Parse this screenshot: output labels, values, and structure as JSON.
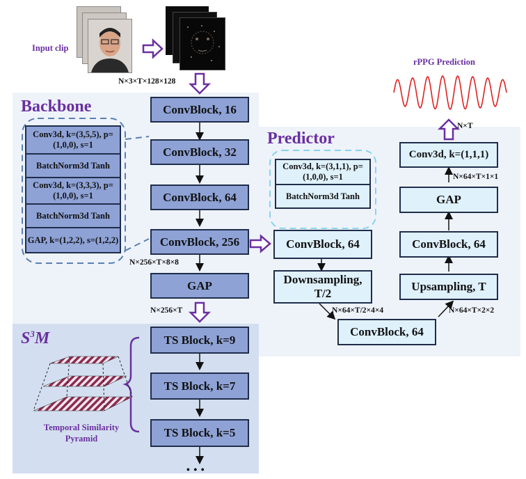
{
  "input": {
    "label": "Input clip",
    "dims": "N×3×T×128×128"
  },
  "backbone": {
    "title": "Backbone",
    "blocks": [
      "ConvBlock, 16",
      "ConvBlock, 32",
      "ConvBlock, 64",
      "ConvBlock, 256",
      "GAP"
    ],
    "detail": [
      "Conv3d, k=(3,5,5), p=(1,0,0), s=1",
      "BatchNorm3d Tanh",
      "Conv3d, k=(3,3,3), p=(1,0,0), s=1",
      "BatchNorm3d Tanh",
      "GAP, k=(1,2,2), s=(1,2,2)"
    ],
    "dim_after_256": "N×256×T×8×8",
    "dim_after_gap": "N×256×T"
  },
  "s3m": {
    "title_main": "S",
    "title_sup": "3",
    "title_end": "M",
    "blocks": [
      "TS Block, k=9",
      "TS Block, k=7",
      "TS Block, k=5"
    ],
    "pyramid_label": "Temporal Similarity Pyramid",
    "ellipsis": "• • •"
  },
  "predictor": {
    "title": "Predictor",
    "detail": [
      "Conv3d, k=(3,1,1), p=(1,0,0), s=1",
      "BatchNorm3d Tanh"
    ],
    "blocks": {
      "conv_in": "ConvBlock, 64",
      "down": "Downsampling, T/2",
      "conv_mid": "ConvBlock, 64",
      "up": "Upsampling, T",
      "conv_out": "ConvBlock, 64",
      "gap": "GAP",
      "final": "Conv3d, k=(1,1,1)"
    },
    "dims": {
      "after_down": "N×64×T/2×4×4",
      "after_mid": "N×64×T×2×2",
      "after_gap": "N×64×T×1×1",
      "out": "N×T"
    }
  },
  "output": {
    "label": "rPPG Prediction"
  },
  "colors": {
    "purple": "#6a2fa0",
    "dark_block": "#8ea2d6",
    "light_block": "#dff1fb",
    "backbone_bg": "#eef3fa",
    "s3m_bg": "#d3dff0",
    "signal": "#e02020",
    "dashed_blue": "#5a7fb5",
    "dashed_cyan": "#86d4ee"
  }
}
